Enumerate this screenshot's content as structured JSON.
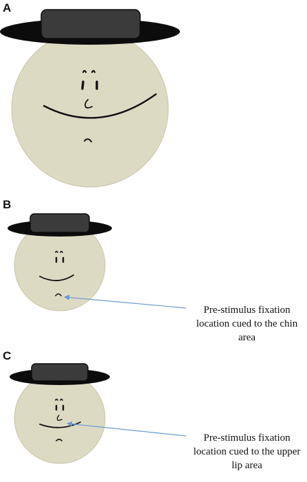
{
  "panels": [
    {
      "letter": "A"
    },
    {
      "letter": "B",
      "caption": [
        "Pre-stimulus fixation",
        "location cued to the chin",
        "area"
      ]
    },
    {
      "letter": "C",
      "caption": [
        "Pre-stimulus fixation",
        "location cued to the upper",
        "lip area"
      ]
    }
  ],
  "colors": {
    "face_fill": "#dddac4",
    "face_stroke": "#c9c4a8",
    "hat_brim": "#0c0c0c",
    "hat_top": "#3b3b3b",
    "arrow": "#6b9bd1",
    "features": "#111111"
  }
}
